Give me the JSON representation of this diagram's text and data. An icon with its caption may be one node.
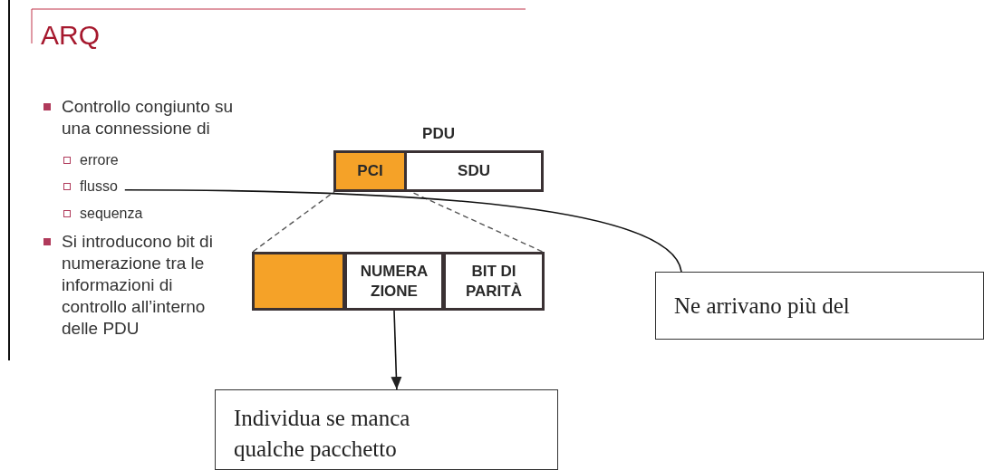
{
  "diagram": {
    "title": "ARQ",
    "nodes": [
      {
        "text": [
          "PDU"
        ]
      },
      {
        "text": [
          "PCI"
        ],
        "in": 0
      },
      {
        "text": [
          "SDU"
        ],
        "in": 0
      },
      {
        "text": [],
        "shape": "box"
      },
      {
        "text": [
          "NUMERA ZIONE"
        ]
      },
      {
        "text": [
          "BIT DI PARITÀ"
        ]
      },
      {
        "text": [
          "flusso"
        ]
      },
      {
        "text": [
          "Ne arrivano più del"
        ]
      },
      {
        "text": [
          "Individua se manca qualche pacchetto"
        ]
      }
    ],
    "edges": [
      {
        "from": 1,
        "to": 3,
        "arrow": "none",
        "style": "dashed"
      },
      {
        "from": 1,
        "to": 5,
        "arrow": "none",
        "style": "dashed"
      },
      {
        "from": 6,
        "to": 7,
        "arrow": "none"
      },
      {
        "from": 4,
        "to": 8,
        "arrow": "to"
      }
    ],
    "labels": [
      "Controllo congiunto su una connessione di",
      "errore",
      "sequenza",
      "Si introducono bit di numerazione tra le informazioni di controllo all’interno delle PDU"
    ]
  }
}
